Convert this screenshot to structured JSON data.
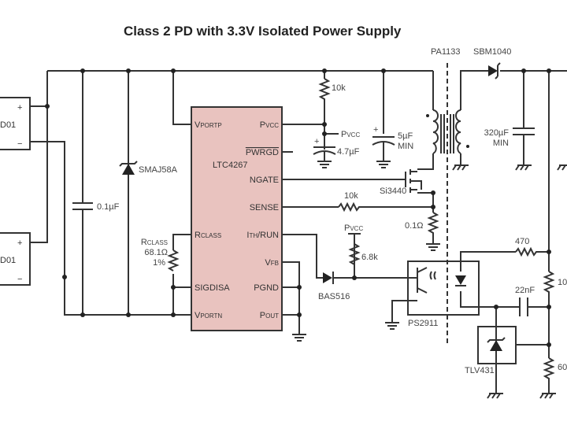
{
  "title": "Class 2 PD with 3.3V Isolated Power Supply",
  "colors": {
    "ic_fill": "#e9c3bf",
    "wire": "#333333"
  },
  "ic": {
    "name": "LTC4267",
    "pins_left": [
      {
        "main": "V",
        "sub": "PORTP"
      },
      {
        "main": "R",
        "sub": "CLASS"
      },
      {
        "main": "SIGDISA",
        "sub": ""
      },
      {
        "main": "V",
        "sub": "PORTN"
      }
    ],
    "pins_right": [
      {
        "main": "P",
        "sub": "VCC"
      },
      {
        "main": "PWRGD",
        "sub": ""
      },
      {
        "main": "NGATE",
        "sub": ""
      },
      {
        "main": "SENSE",
        "sub": ""
      },
      {
        "main": "I",
        "sub": "TH",
        "rest": "/RUN"
      },
      {
        "main": "V",
        "sub": "FB"
      },
      {
        "main": "PGND",
        "sub": ""
      },
      {
        "main": "P",
        "sub": "OUT"
      }
    ]
  },
  "bridges": [
    {
      "label": "D01",
      "plus": "+",
      "minus": "−"
    },
    {
      "label": "D01",
      "plus": "+",
      "minus": "−"
    }
  ],
  "components": {
    "c_in": "0.1µF",
    "tvs": "SMAJ58A",
    "rclass": {
      "name_main": "R",
      "name_sub": "CLASS",
      "value": "68.1Ω",
      "tol": "1%"
    },
    "r_pullup": "10k",
    "pvcc_label": {
      "main": "P",
      "sub": "VCC"
    },
    "c_pvcc": "4.7µF",
    "c_bulk": {
      "value": "5µF",
      "note": "MIN"
    },
    "transformer": "PA1133",
    "diode_out": "SBM1040",
    "c_out": {
      "value": "320µF",
      "note": "MIN"
    },
    "mosfet": "Si3440",
    "r_sense_filter": "10k",
    "r_sense": "0.1Ω",
    "pvcc_label2": {
      "main": "P",
      "sub": "VCC"
    },
    "r_68": "6.8k",
    "diode_bas": "BAS516",
    "opto": "PS2911",
    "r_470": "470",
    "c_22n": "22nF",
    "r_top": "10",
    "shunt": "TLV431",
    "r_bot": "60"
  }
}
